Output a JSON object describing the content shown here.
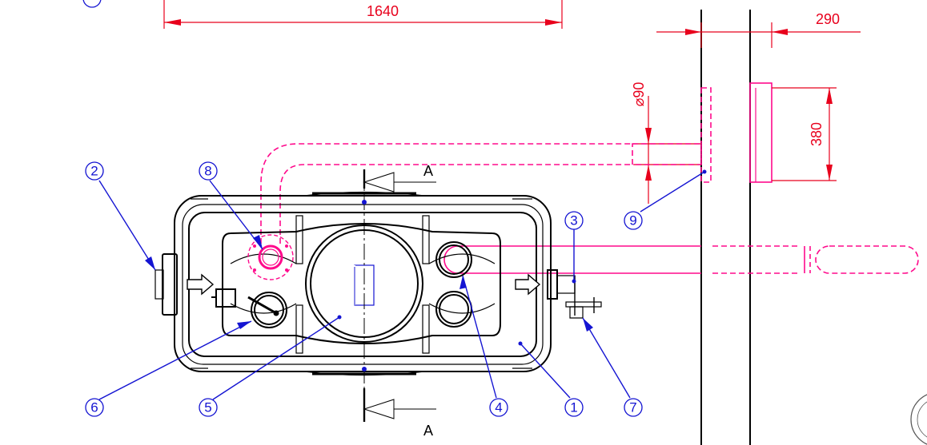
{
  "dimensions": {
    "length": "1640",
    "wall_offset": "290",
    "pipe_diameter": "⌀90",
    "opening_height": "380"
  },
  "section_marker": {
    "top": "A",
    "bottom": "A"
  },
  "callouts": {
    "c1": "1",
    "c2": "2",
    "c3": "3",
    "c4": "4",
    "c5": "5",
    "c6": "6",
    "c7": "7",
    "c8": "8",
    "c9": "9"
  },
  "colors": {
    "dimension": "#e8001c",
    "pipe": "#ff0a8c",
    "callout": "#1414d2",
    "outline": "#000000"
  }
}
